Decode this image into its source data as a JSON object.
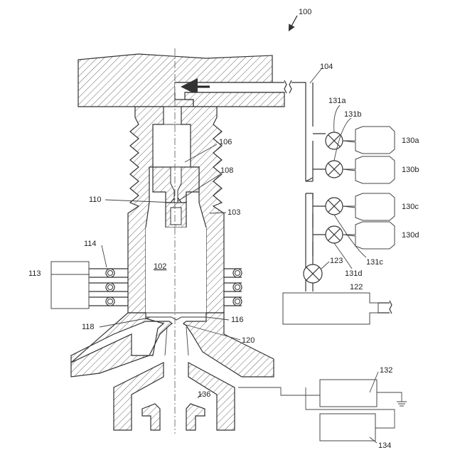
{
  "figure": {
    "ref_main": "100",
    "labels": {
      "l102": "102",
      "l103": "103",
      "l104": "104",
      "l106": "106",
      "l108": "108",
      "l110": "110",
      "l113": "113",
      "l114": "114",
      "l116": "116",
      "l118": "118",
      "l120": "120",
      "l122": "122",
      "l123": "123",
      "l130a": "130a",
      "l130b": "130b",
      "l130c": "130c",
      "l130d": "130d",
      "l131a": "131a",
      "l131b": "131b",
      "l131c": "131c",
      "l131d": "131d",
      "l132": "132",
      "l134": "134",
      "l136": "136"
    }
  }
}
